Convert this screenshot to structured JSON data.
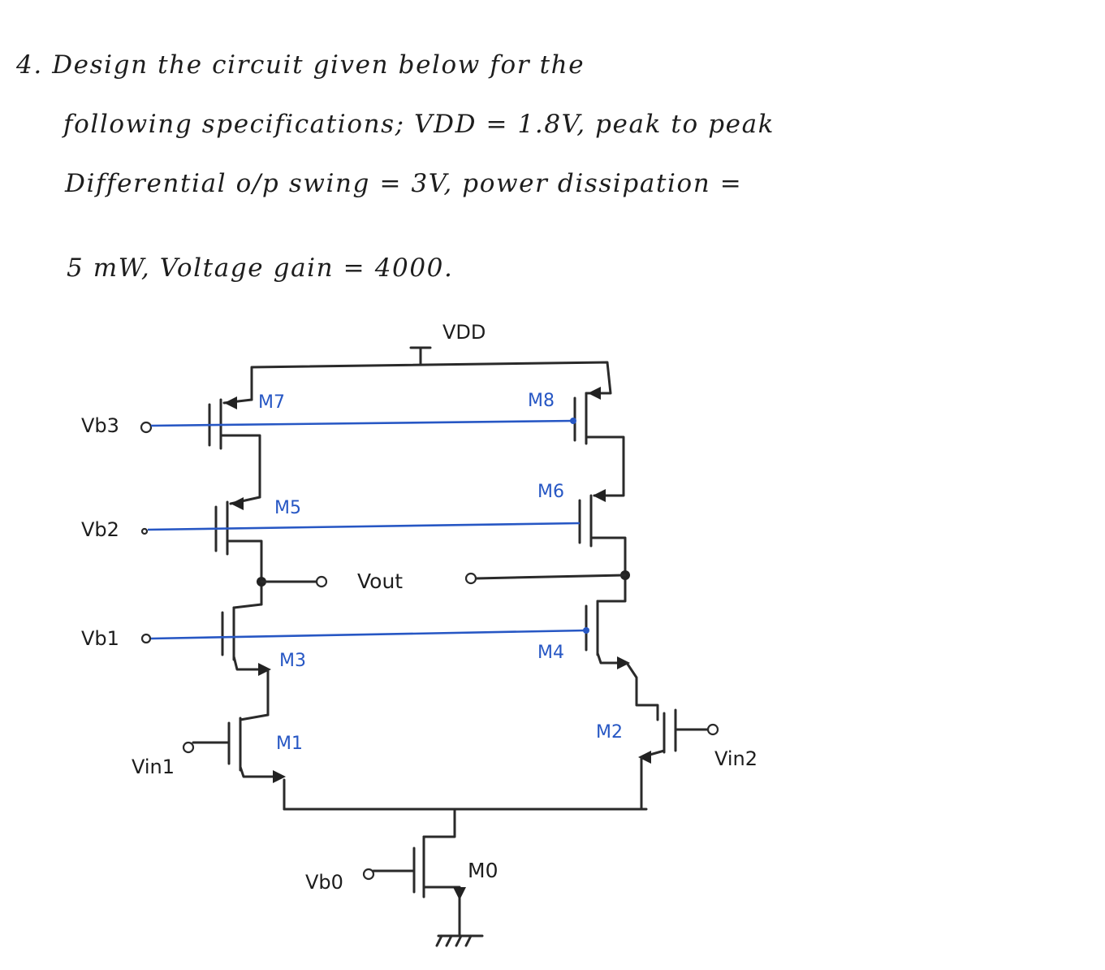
{
  "problem": {
    "lines": [
      "4. Design the      circuit given below for the",
      "following specifications; VDD = 1.8V, peak to peak",
      "Differential o/p swing = 3V, power dissipation =",
      "5 mW, Voltage gain = 4000."
    ]
  },
  "circuit": {
    "supply_label": "VDD",
    "output_label": "Vout",
    "bias_labels": {
      "vb3": "Vb3",
      "vb2": "Vb2",
      "vb1": "Vb1",
      "vb0": "Vb0"
    },
    "input_labels": {
      "vin1": "Vin1",
      "vin2": "Vin2"
    },
    "transistor_labels": {
      "m7": "M7",
      "m8": "M8",
      "m5": "M5",
      "m6": "M6",
      "m3": "M3",
      "m4": "M4",
      "m1": "M1",
      "m2": "M2",
      "m0": "M0"
    },
    "colors": {
      "ink": "#1d1d1d",
      "bias_line": "#2757c4"
    }
  }
}
